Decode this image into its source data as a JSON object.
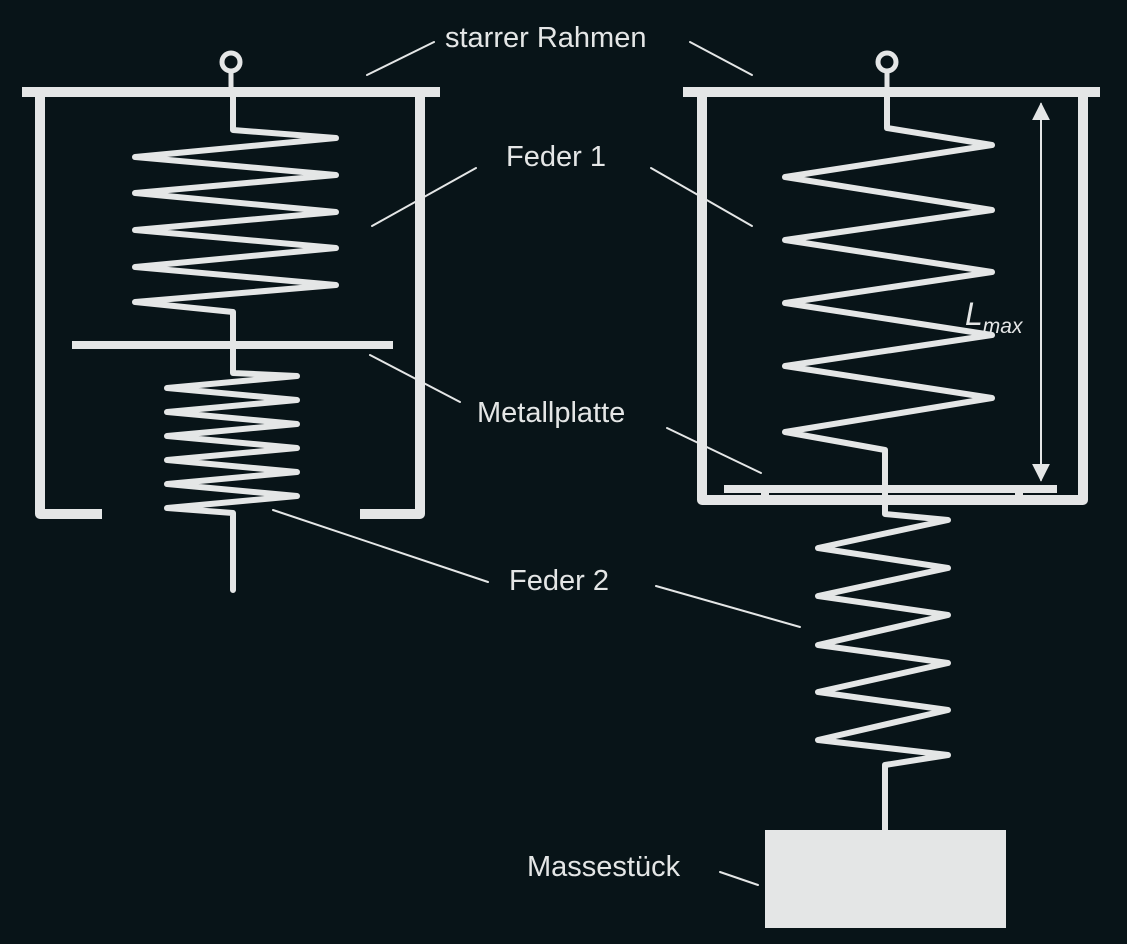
{
  "labels": {
    "frame": "starrer Rahmen",
    "spring1": "Feder 1",
    "plate": "Metallplatte",
    "spring2": "Feder 2",
    "mass": "Massestück",
    "lmax_main": "L",
    "lmax_sub": "max"
  },
  "colors": {
    "background": "#081418",
    "line": "#e4e6e6"
  }
}
